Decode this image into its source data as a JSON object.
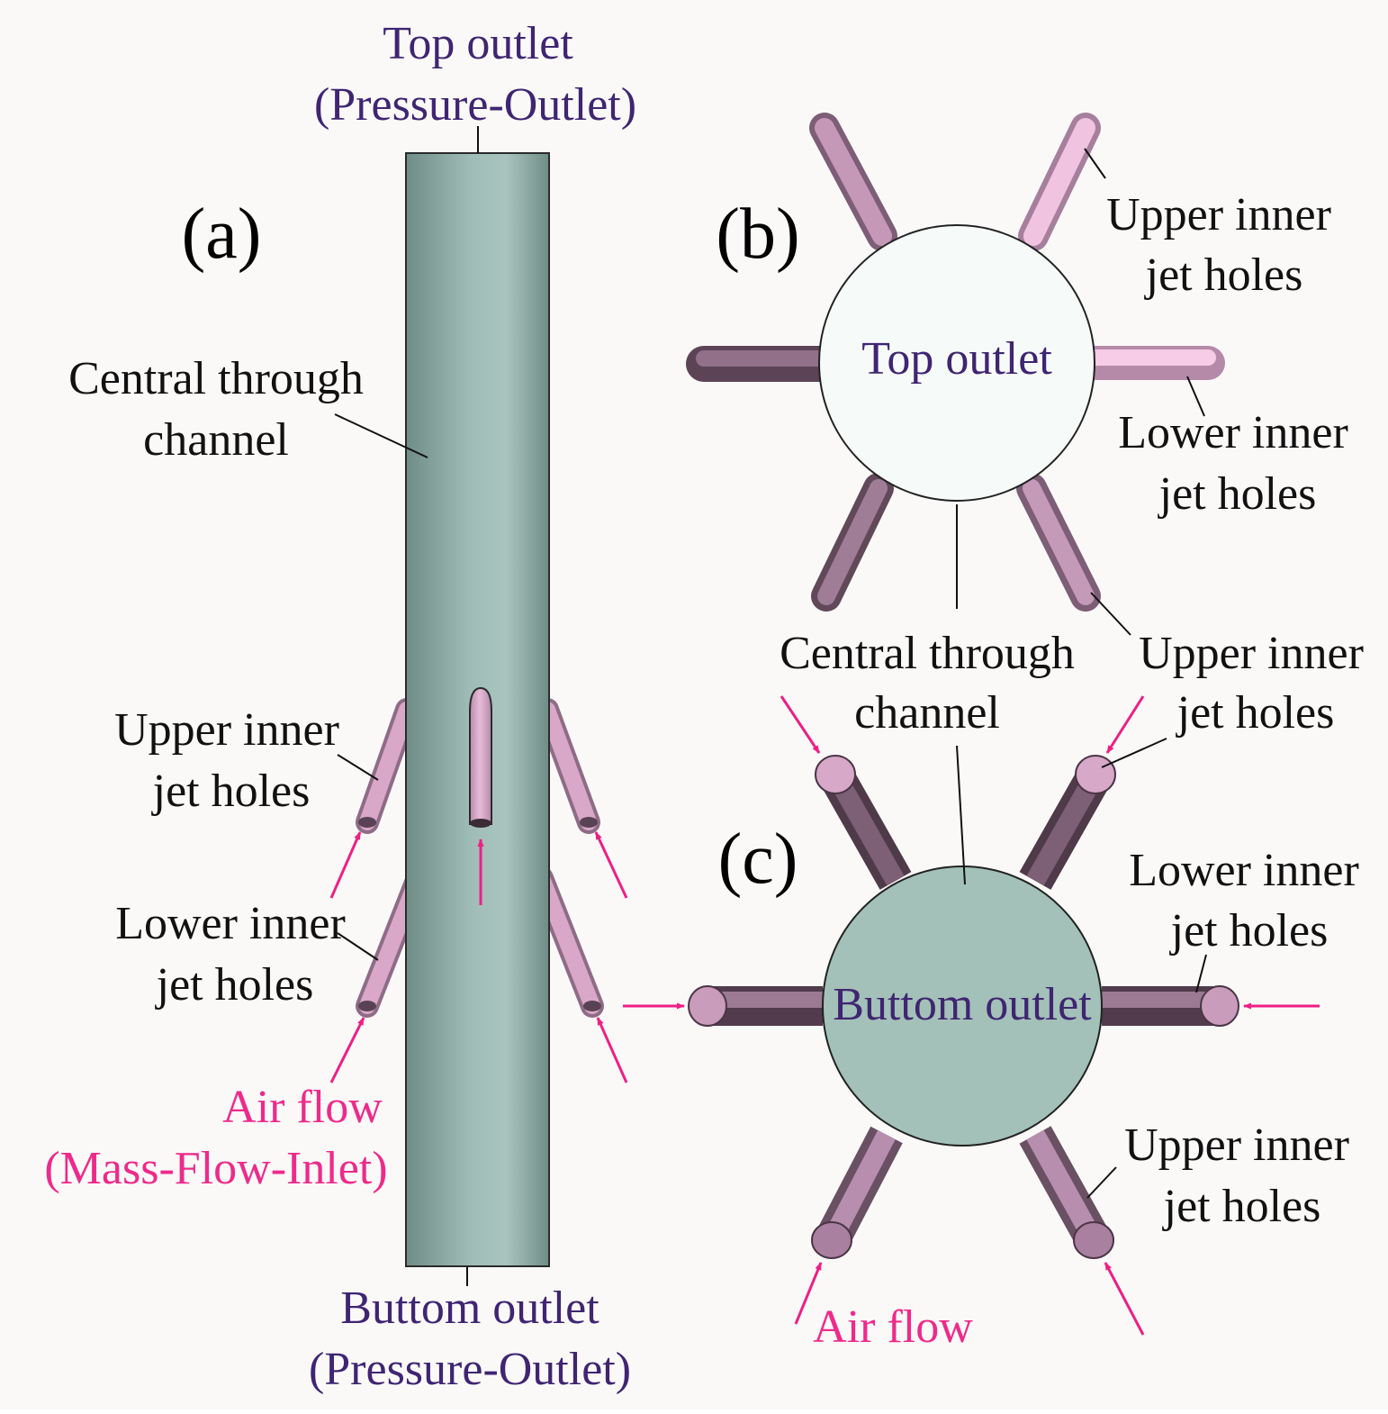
{
  "colors": {
    "background": "#fbf9f8",
    "channel": "#9ab7b0",
    "jet_pink": "#d8a6c8",
    "jet_dark": "#8a6a82",
    "air_flow": "#ee2a8a",
    "outlet_text": "#3f2572",
    "label_text": "#111111"
  },
  "panel_a": {
    "tag": "(a)",
    "top_outlet": "Top outlet",
    "top_outlet_type": "(Pressure-Outlet)",
    "central_channel_line1": "Central through",
    "central_channel_line2": "channel",
    "upper_jet_line1": "Upper inner",
    "upper_jet_line2": "jet holes",
    "lower_jet_line1": "Lower inner",
    "lower_jet_line2": "jet holes",
    "air_flow": "Air flow",
    "air_flow_type": "(Mass-Flow-Inlet)",
    "bottom_outlet": "Buttom outlet",
    "bottom_outlet_type": "(Pressure-Outlet)"
  },
  "panel_b": {
    "tag": "(b)",
    "top_outlet": "Top outlet",
    "upper_jet_1_line1": "Upper inner",
    "upper_jet_1_line2": "jet holes",
    "lower_jet_line1": "Lower inner",
    "lower_jet_line2": "jet holes",
    "upper_jet_2_line1": "Upper inner",
    "upper_jet_2_line2": "jet holes",
    "central_channel_line1": "Central through",
    "central_channel_line2": "channel"
  },
  "panel_c": {
    "tag": "(c)",
    "bottom_outlet": "Buttom outlet",
    "lower_jet_line1": "Lower inner",
    "lower_jet_line2": "jet holes",
    "upper_jet_line1": "Upper inner",
    "upper_jet_line2": "jet holes",
    "air_flow": "Air flow"
  }
}
